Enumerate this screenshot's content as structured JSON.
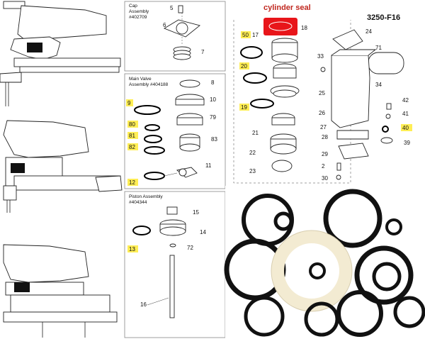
{
  "cap_assembly": {
    "title": "Cap",
    "title2": "Assembly",
    "part_no": "#402709",
    "labels": [
      "5",
      "6",
      "7"
    ]
  },
  "main_valve": {
    "title": "Main Valve",
    "title2": "Assembly #404188",
    "labels": [
      "8",
      "9",
      "10",
      "79",
      "80",
      "81",
      "82",
      "83",
      "11",
      "12"
    ]
  },
  "piston_assembly": {
    "title": "Piston Assembly",
    "part_no": "#404344",
    "labels": [
      "15",
      "14",
      "13",
      "72",
      "16"
    ]
  },
  "exploded_view": {
    "heading": "cylinder seal",
    "model": "3250-F16",
    "heading_color": "#c0281f",
    "seal_color": "#e8151a",
    "labels": [
      "50",
      "17",
      "18",
      "24",
      "71",
      "33",
      "20",
      "34",
      "25",
      "19",
      "42",
      "41",
      "26",
      "21",
      "27",
      "40",
      "28",
      "22",
      "39",
      "29",
      "23",
      "2",
      "30"
    ]
  },
  "highlighted_numbers": [
    "9",
    "80",
    "81",
    "82",
    "12",
    "13",
    "50",
    "20",
    "19",
    "40"
  ],
  "highlight_color": "#ffee55",
  "oring_kit_background": "#ffffff"
}
